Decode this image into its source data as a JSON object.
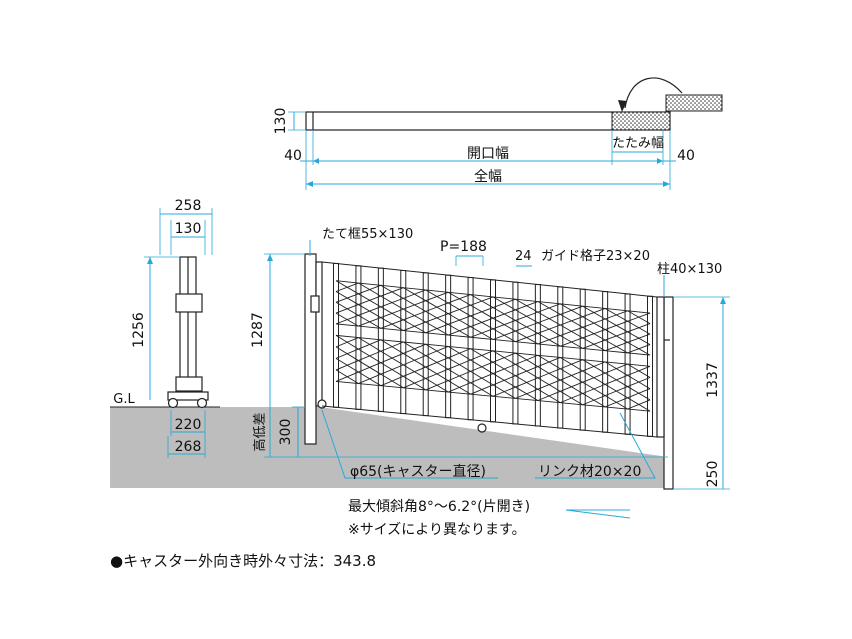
{
  "plan_view": {
    "height_label": "130",
    "left_post_label": "40",
    "right_post_label": "40",
    "opening_width_label": "開口幅",
    "fold_width_label": "たたみ幅",
    "total_width_label": "全幅"
  },
  "side_view": {
    "width_top_label": "258",
    "width_inner_label": "130",
    "height_label": "1256",
    "gl_label": "G.L",
    "bottom_inner_label": "220",
    "bottom_outer_label": "268"
  },
  "front_view": {
    "frame_label": "たて框55×130",
    "pitch_label": "P=188",
    "guide_gap_label": "24",
    "guide_label": "ガイド格子23×20",
    "post_label": "柱40×130",
    "height_left_label": "1287",
    "height_right_label": "1337",
    "step_label": "300",
    "step_caption": "高低差",
    "ground_offset_label": "250",
    "caster_label": "φ65(キャスター直径)",
    "link_label": "リンク材20×20",
    "slope_label": "最大傾斜角8°～6.2°(片開き)",
    "size_note": "※サイズにより異なります。"
  },
  "footnote": "●キャスター外向き時外々寸法：343.8"
}
